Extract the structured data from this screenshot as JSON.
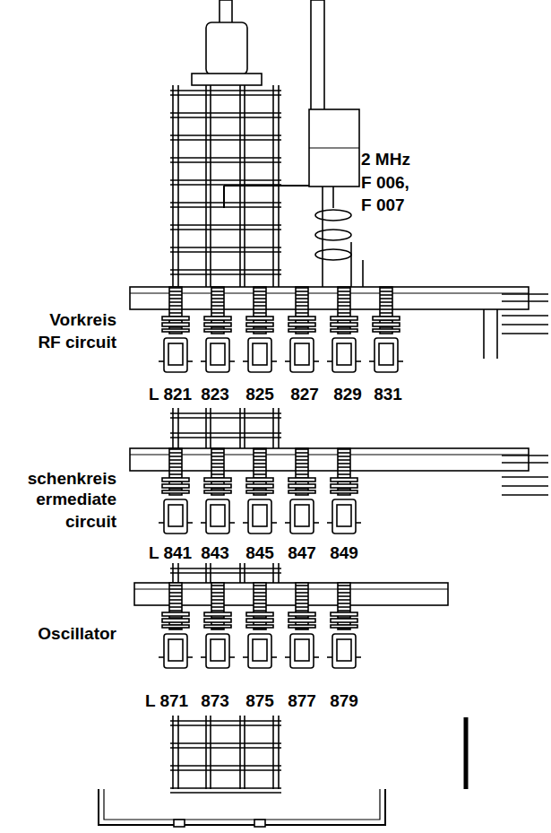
{
  "diagram": {
    "labels": [
      "2 MHz",
      "F 006,",
      "F 007",
      "Vorkreis",
      "RF circuit",
      "L 821",
      "823",
      "825",
      "827",
      "829",
      "831",
      "schenkreis",
      "ermediate",
      "circuit",
      "L 841",
      "843",
      "845",
      "847",
      "849",
      "Oscillator",
      "L 871",
      "873",
      "875",
      "877",
      "879"
    ]
  }
}
